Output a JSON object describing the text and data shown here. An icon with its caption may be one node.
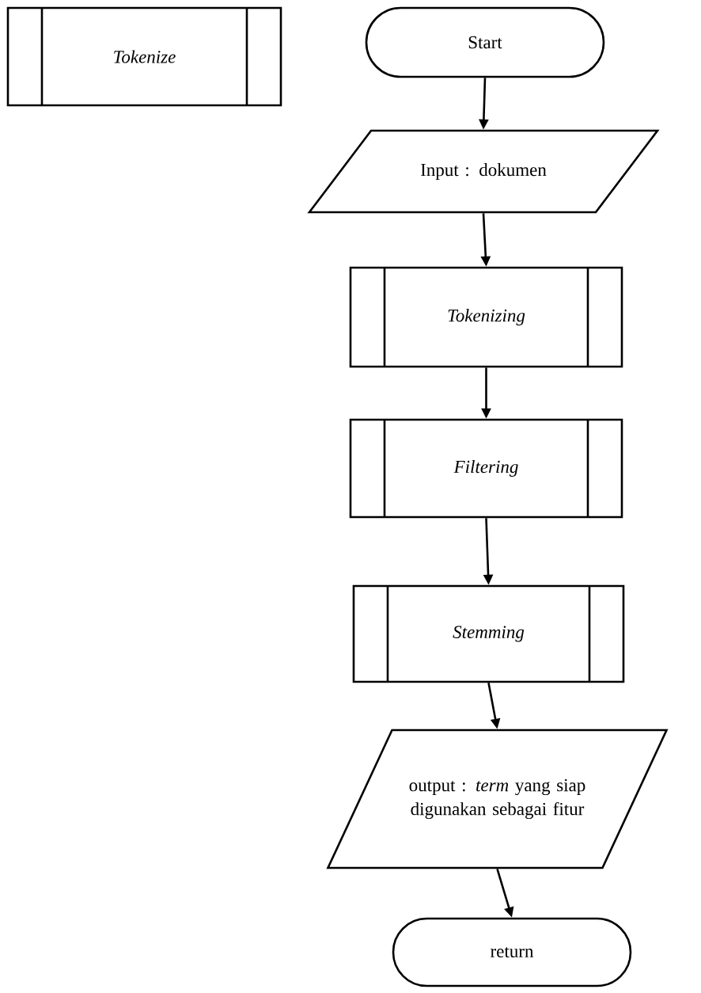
{
  "diagram": {
    "nodes": [
      {
        "text": [
          "Tokenize"
        ]
      },
      {
        "text": [
          "Start"
        ]
      },
      {
        "text": [
          "Input : dokumen"
        ]
      },
      {
        "text": [
          "Tokenizing"
        ]
      },
      {
        "text": [
          "Filtering"
        ]
      },
      {
        "text": [
          "Stemming"
        ]
      },
      {
        "text": [
          "output : *term* yang siap digunakan sebagai fitur"
        ]
      },
      {
        "text": [
          "return"
        ]
      }
    ],
    "edges": [
      {
        "from": 1,
        "to": 2,
        "arrow": "to"
      },
      {
        "from": 2,
        "to": 3,
        "arrow": "to"
      },
      {
        "from": 3,
        "to": 4,
        "arrow": "to"
      },
      {
        "from": 4,
        "to": 5,
        "arrow": "to"
      },
      {
        "from": 5,
        "to": 6,
        "arrow": "to"
      },
      {
        "from": 6,
        "to": 7,
        "arrow": "to"
      }
    ]
  }
}
